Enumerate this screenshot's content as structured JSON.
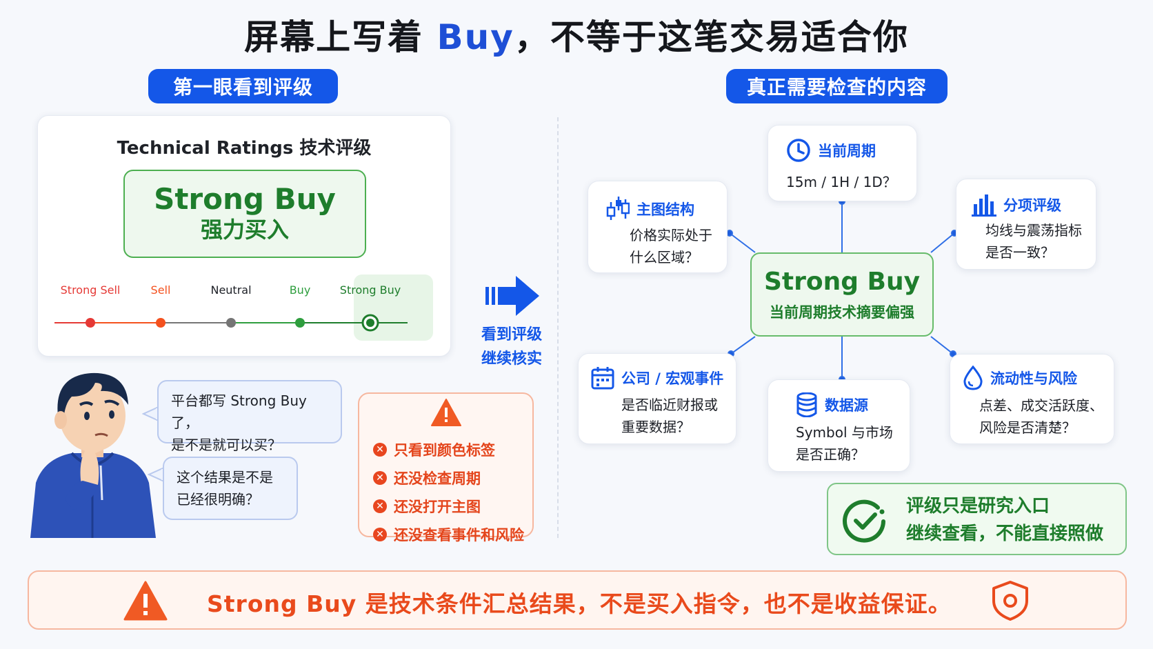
{
  "title": {
    "prefix": "屏幕上写着 ",
    "accent": "Buy",
    "suffix": "，不等于这笔交易适合你"
  },
  "left": {
    "pill": "第一眼看到评级",
    "rating_card": {
      "title": "Technical Ratings 技术评级",
      "badge_en": "Strong Buy",
      "badge_zh": "强力买入",
      "scale": [
        {
          "label": "Strong Sell",
          "color": "#e53935"
        },
        {
          "label": "Sell",
          "color": "#f4511e"
        },
        {
          "label": "Neutral",
          "color": "#757575"
        },
        {
          "label": "Buy",
          "color": "#2e9e3e"
        },
        {
          "label": "Strong Buy",
          "color": "#1e7d2c"
        }
      ],
      "selected": "Strong Buy"
    },
    "bubble1": {
      "line1": "平台都写 Strong Buy 了，",
      "line2": "是不是就可以买？"
    },
    "bubble2": {
      "line1": "这个结果是不是",
      "line2": "已经很明确？"
    },
    "warnings": [
      "只看到颜色标签",
      "还没检查周期",
      "还没打开主图",
      "还没查看事件和风险"
    ]
  },
  "arrow": {
    "line1": "看到评级",
    "line2": "继续核实"
  },
  "right": {
    "pill": "真正需要检查的内容",
    "center": {
      "en": "Strong Buy",
      "zh": "当前周期技术摘要偏强"
    },
    "nodes": {
      "period": {
        "icon": "clock-icon",
        "title": "当前周期",
        "body1": "15m / 1H / 1D？"
      },
      "chart": {
        "icon": "candlestick-icon",
        "title": "主图结构",
        "body1": "价格实际处于",
        "body2": "什么区域？"
      },
      "split": {
        "icon": "bar-chart-icon",
        "title": "分项评级",
        "body1": "均线与震荡指标",
        "body2": "是否一致？"
      },
      "events": {
        "icon": "calendar-icon",
        "title": "公司 / 宏观事件",
        "body1": "是否临近财报或",
        "body2": "重要数据？"
      },
      "data": {
        "icon": "database-icon",
        "title": "数据源",
        "body1": "Symbol 与市场",
        "body2": "是否正确？"
      },
      "liquidity": {
        "icon": "droplet-icon",
        "title": "流动性与风险",
        "body1": "点差、成交活跃度、",
        "body2": "风险是否清楚？"
      }
    },
    "note": {
      "line1": "评级只是研究入口",
      "line2": "继续查看，不能直接照做"
    }
  },
  "banner": {
    "text": "Strong Buy 是技术条件汇总结果，不是买入指令，也不是收益保证。"
  },
  "colors": {
    "primary": "#1457e8",
    "green": "#1e7d2c",
    "warning": "#e94a1c"
  }
}
